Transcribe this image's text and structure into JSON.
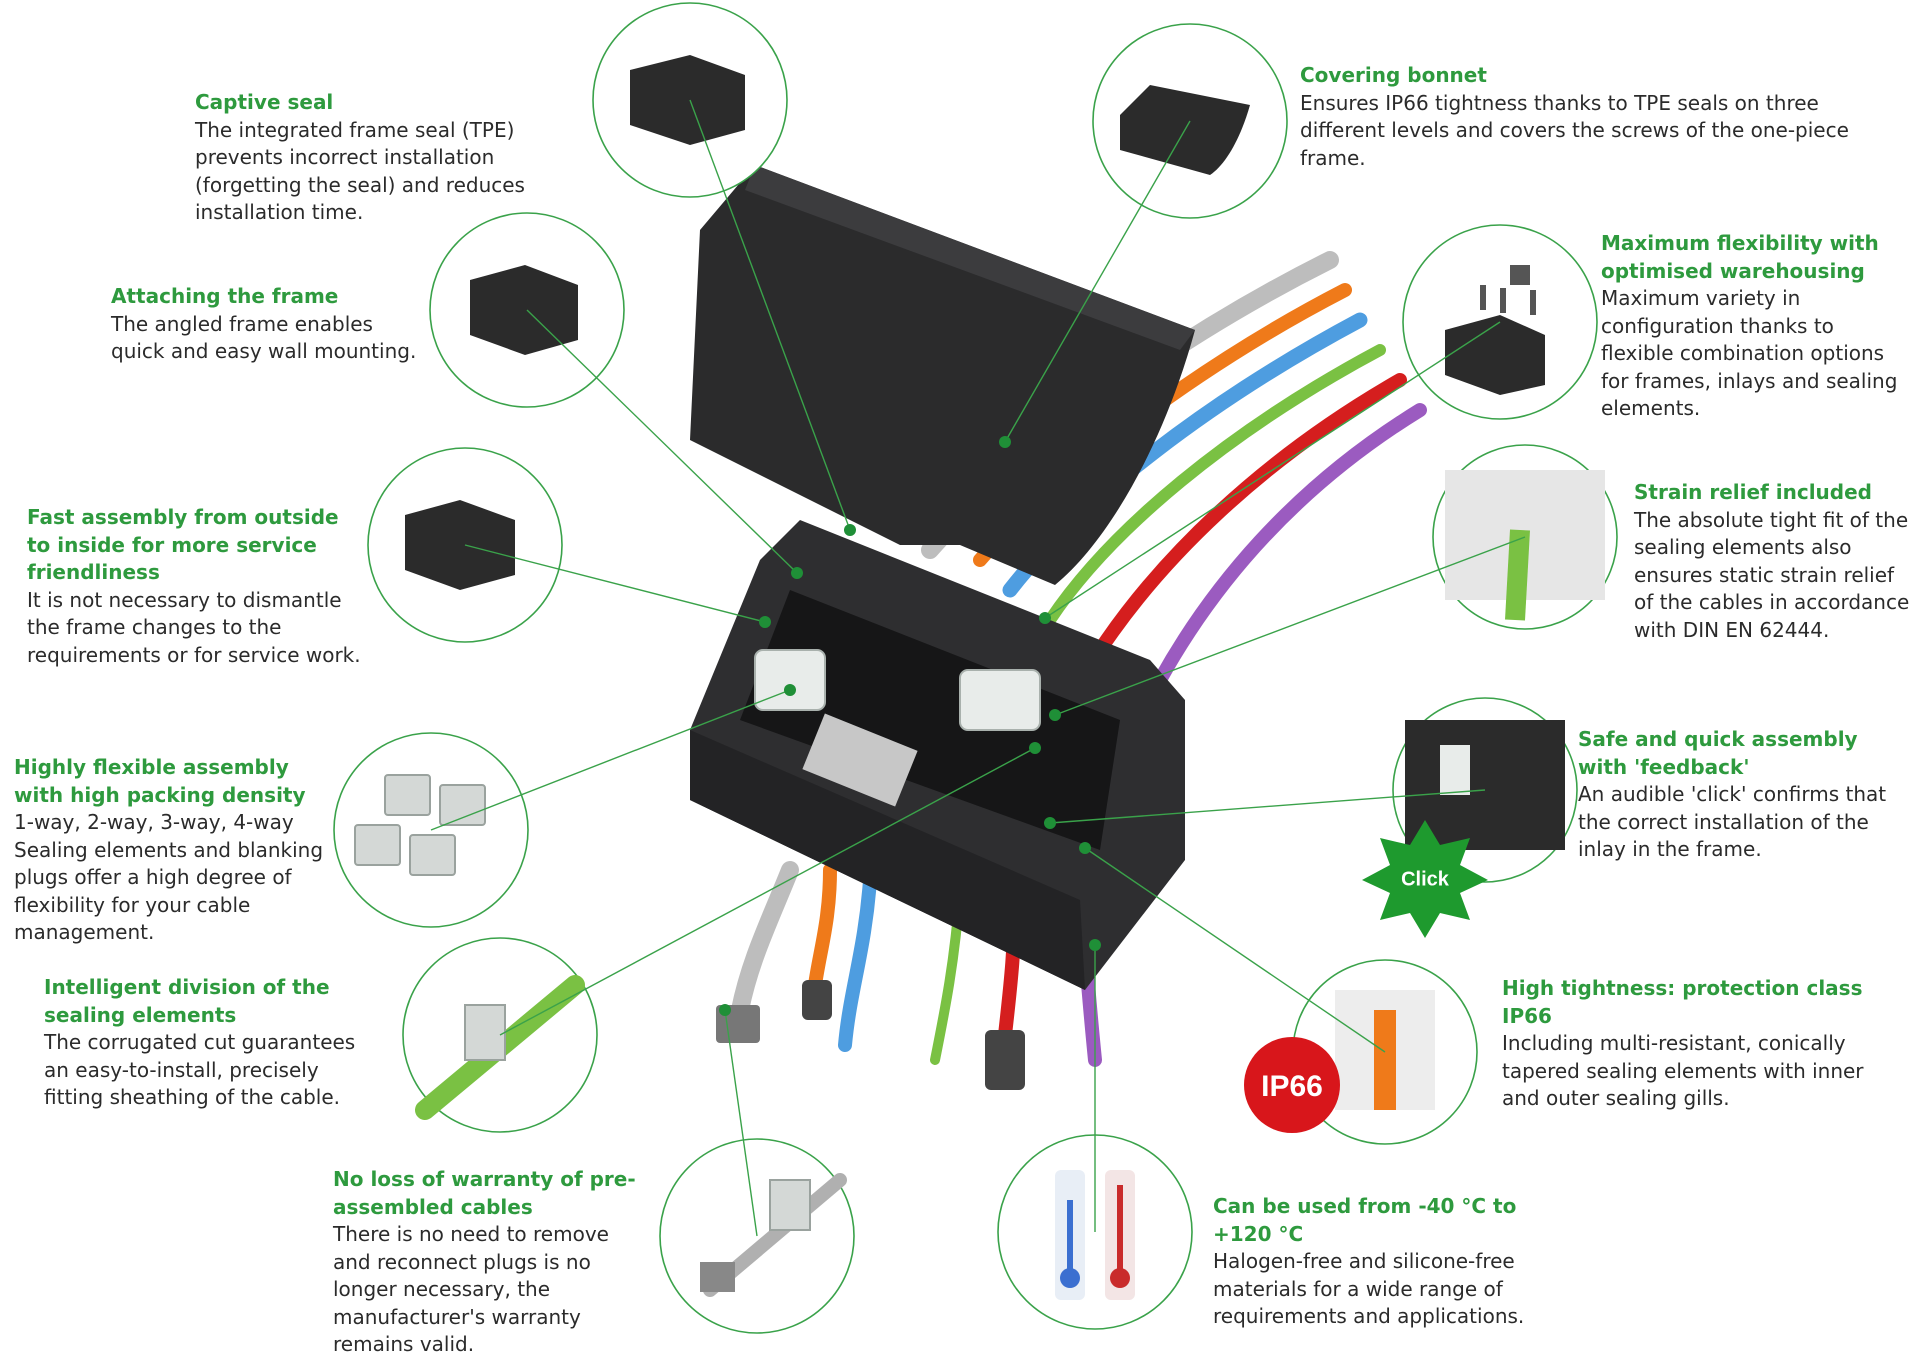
{
  "colors": {
    "heading": "#2e9a3e",
    "text": "#2b2b2b",
    "housing": "#2a2a2b",
    "accent_red": "#d8161b"
  },
  "badges": {
    "click": "Click",
    "ip_class": "IP66"
  },
  "features": [
    {
      "heading": "Captive seal",
      "body": "The integrated frame seal (TPE) prevents incorrect installation (forgetting the seal) and reduces installation time."
    },
    {
      "heading": "Attaching the frame",
      "body": "The angled frame enables quick and easy wall mounting."
    },
    {
      "heading": "Fast assembly from outside to inside for more service friendliness",
      "body": "It is not necessary to dismantle the frame changes to the requirements or for service work."
    },
    {
      "heading": "Highly flexible assembly with high packing density",
      "body": "1-way, 2-way, 3-way, 4-way Sealing elements and blanking plugs offer a high degree of flexibility for your cable management."
    },
    {
      "heading": "Intelligent division of the sealing elements",
      "body": "The corrugated cut guarantees an easy-to-install, precisely fitting sheathing of the cable."
    },
    {
      "heading": "No loss of warranty of pre-assembled cables",
      "body": "There is no need to remove and reconnect plugs is no longer necessary, the manufacturer's warranty remains valid."
    },
    {
      "heading": "Can be used from -40 °C to +120 °C",
      "body": "Halogen-free and silicone-free materials for a wide range of requirements and applications."
    },
    {
      "heading": "High tightness: protection class IP66",
      "body": "Including multi-resistant, conically tapered sealing elements with inner and outer sealing gills."
    },
    {
      "heading": "Safe and quick assembly with 'feedback'",
      "body": "An audible 'click' confirms that the correct installation of the inlay in the frame."
    },
    {
      "heading": "Strain relief included",
      "body": "The absolute tight fit of the sealing elements also ensures static strain relief of the cables in accordance with DIN EN 62444."
    },
    {
      "heading": "Maximum flexibility with optimised warehousing",
      "body": "Maximum variety in configuration thanks to flexible combination options for frames, inlays and sealing elements."
    },
    {
      "heading": "Covering bonnet",
      "body": "Ensures IP66 tightness thanks to TPE seals on three different levels and covers the screws of the one-piece frame."
    }
  ]
}
